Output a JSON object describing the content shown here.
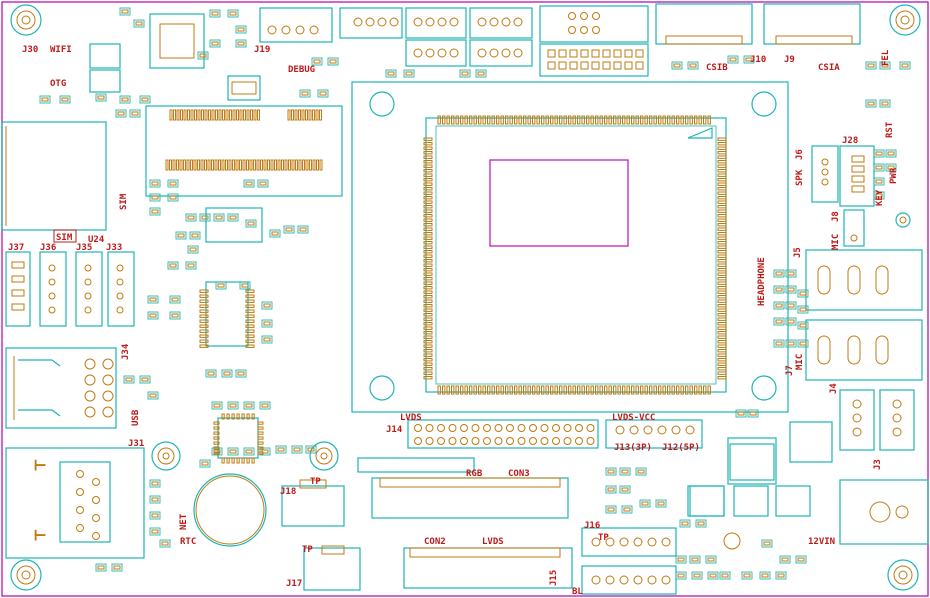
{
  "labels": {
    "j30": "J30",
    "wifi": "WIFI",
    "otg": "OTG",
    "j19": "J19",
    "debug": "DEBUG",
    "csib": "CSIB",
    "j10": "J10",
    "j9": "J9",
    "csia": "CSIA",
    "fel": "FEL",
    "rst": "RST",
    "j28": "J28",
    "j6": "J6",
    "spk": "SPK",
    "key": "KEY",
    "pwr": "PWR",
    "j8": "J8",
    "mic_top": "MIC",
    "j5": "J5",
    "headphone": "HEADPHONE",
    "j7": "J7",
    "mic_bottom": "MIC",
    "j4": "J4",
    "j3": "J3",
    "sim_left": "SIM",
    "sim_box": "SIM",
    "j37": "J37",
    "j36": "J36",
    "u24": "U24",
    "j35": "J35",
    "j33": "J33",
    "j34": "J34",
    "usb": "USB",
    "j31": "J31",
    "net": "NET",
    "rtc": "RTC",
    "j18": "J18",
    "tp_top": "TP",
    "tp_bottom": "TP",
    "j17": "J17",
    "lvds_top": "LVDS",
    "j14": "J14",
    "lvds_vcc": "LVDS-VCC",
    "j13": "J13(3P)",
    "j12": "J12(5P)",
    "rgb": "RGB",
    "con3": "CON3",
    "con2": "CON2",
    "lvds_bottom": "LVDS",
    "j16": "J16",
    "tp_right": "TP",
    "j15": "J15",
    "bl": "BL",
    "vin": "12VIN"
  },
  "colors": {
    "outline": "#1fb5b5",
    "silk": "#c07a10",
    "label": "#c01818",
    "board_edge": "#c020c0"
  }
}
